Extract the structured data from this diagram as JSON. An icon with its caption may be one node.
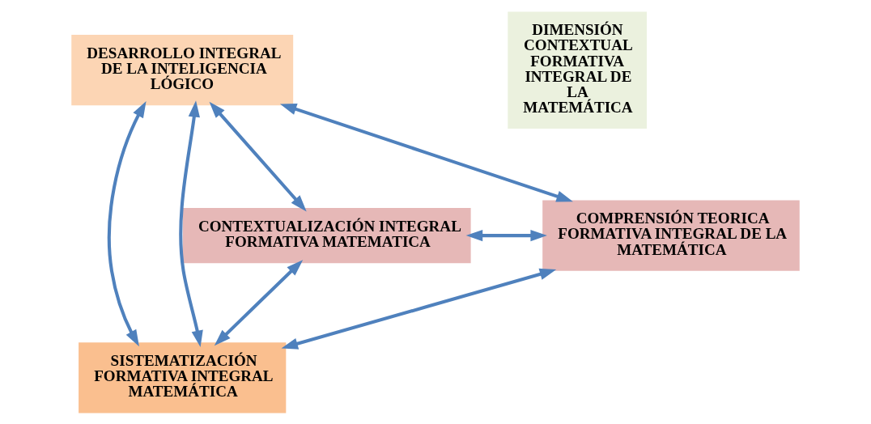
{
  "diagram": {
    "nodes": [
      {
        "text": [
          "DESARROLLO INTEGRAL DE LA INTELIGENCIA LÓGICO"
        ]
      },
      {
        "text": [
          "CONTEXTUALIZACIÓN INTEGRAL FORMATIVA MATEMATICA"
        ]
      },
      {
        "text": [
          "COMPRENSIÓN TEORICA FORMATIVA INTEGRAL DE LA MATEMÁTICA"
        ]
      },
      {
        "text": [
          "SISTEMATIZACIÓN FORMATIVA INTEGRAL MATEMÁTICA"
        ]
      },
      {
        "text": [
          "DIMENSIÓN CONTEXTUAL FORMATIVA INTEGRAL DE LA MATEMÁTICA"
        ]
      }
    ],
    "edges": [
      {
        "from": 1,
        "to": 0,
        "arrow": "both"
      },
      {
        "from": 0,
        "to": 2,
        "arrow": "both"
      },
      {
        "from": 1,
        "to": 2,
        "arrow": "both"
      },
      {
        "from": 1,
        "to": 3,
        "arrow": "both"
      },
      {
        "from": 2,
        "to": 3,
        "arrow": "both"
      },
      {
        "from": 3,
        "to": 0,
        "arrow": "both"
      },
      {
        "from": 0,
        "to": 3,
        "arrow": "both"
      }
    ]
  }
}
